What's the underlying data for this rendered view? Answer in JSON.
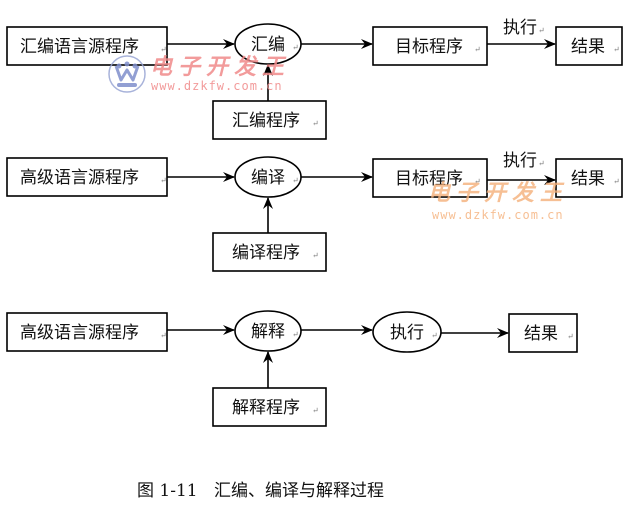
{
  "diagram": {
    "title": "汇编、编译与解释过程",
    "caption_number": "图 1-11",
    "paragraph_mark": "↵",
    "rows": [
      {
        "name": "assembly",
        "source": "汇编语言源程序",
        "process": "汇编",
        "helper": "汇编程序",
        "output": "目标程序",
        "exec_label": "执行",
        "result": "结果"
      },
      {
        "name": "compile",
        "source": "高级语言源程序",
        "process": "编译",
        "helper": "编译程序",
        "output": "目标程序",
        "exec_label": "执行",
        "result": "结果"
      },
      {
        "name": "interpret",
        "source": "高级语言源程序",
        "process": "解释",
        "helper": "解释程序",
        "exec": "执行",
        "result": "结果"
      }
    ]
  },
  "watermark": {
    "text": "电子开发王",
    "url": "www.dzkfw.com.cn",
    "colors": {
      "text": "#f08a8a",
      "logo": "#9aa6d4",
      "text_alt": "#f5b07a"
    }
  }
}
